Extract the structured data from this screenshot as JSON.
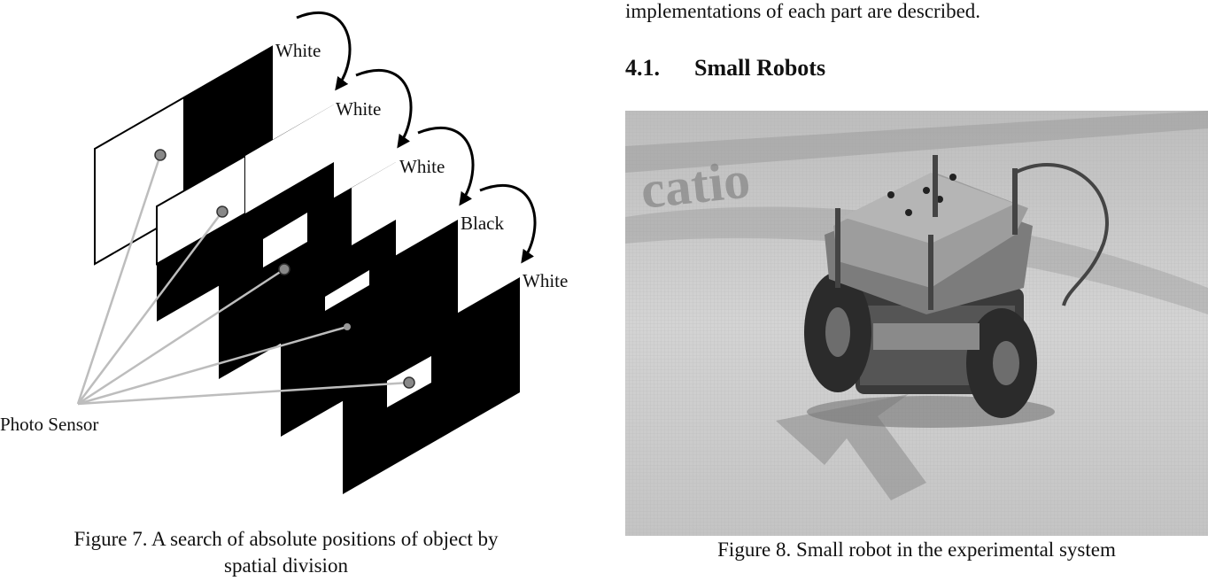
{
  "figure7": {
    "labels": {
      "top_white": "White",
      "second_white": "White",
      "third_white": "White",
      "black": "Black",
      "last_white": "White",
      "photo_sensor": "Photo Sensor"
    },
    "caption_line1": "Figure 7. A search of absolute positions of object by",
    "caption_line2": "spatial division"
  },
  "right_column": {
    "intro_text": "implementations of each part are described.",
    "section_number": "4.1.",
    "section_title": "Small Robots",
    "figure8_caption": "Figure 8. Small robot in the experimental system"
  }
}
